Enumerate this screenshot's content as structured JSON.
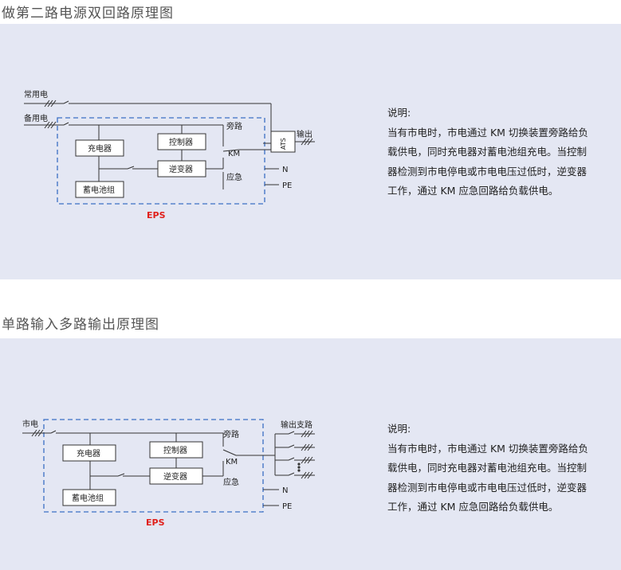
{
  "section1": {
    "title": "做第二路电源双回路原理图",
    "diagram": {
      "mains": "常用电",
      "backup": "备用电",
      "charger": "充电器",
      "controller": "控制器",
      "inverter": "逆变器",
      "battery": "蓄电池组",
      "bypass": "旁路",
      "km": "KM",
      "emergency": "应急",
      "n": "N",
      "pe": "PE",
      "ats": "ATS",
      "output": "输出",
      "eps": "EPS"
    },
    "description": {
      "heading": "说明:",
      "lines": [
        "当有市电时，市电通过 KM 切换装置旁路给负",
        "载供电，同时充电器对蓄电池组充电。当控制",
        "器检测到市电停电或市电电压过低时，逆变器",
        "工作，通过 KM 应急回路给负载供电。"
      ]
    }
  },
  "section2": {
    "title": "单路输入多路输出原理图",
    "diagram": {
      "mains": "市电",
      "charger": "充电器",
      "controller": "控制器",
      "inverter": "逆变器",
      "battery": "蓄电池组",
      "bypass": "旁路",
      "km": "KM",
      "emergency": "应急",
      "n": "N",
      "pe": "PE",
      "output_branches": "输出支路",
      "eps": "EPS"
    },
    "description": {
      "heading": "说明:",
      "lines": [
        "当有市电时，市电通过 KM 切换装置旁路给负",
        "载供电，同时充电器对蓄电池组充电。当控制",
        "器检测到市电停电或市电电压过低时，逆变器",
        "工作，通过 KM 应急回路给负载供电。"
      ]
    }
  },
  "colors": {
    "panel": "#e4e7f3",
    "dashed_box": "#3a6fc4",
    "eps_label": "#e0201b",
    "line": "#333333"
  }
}
